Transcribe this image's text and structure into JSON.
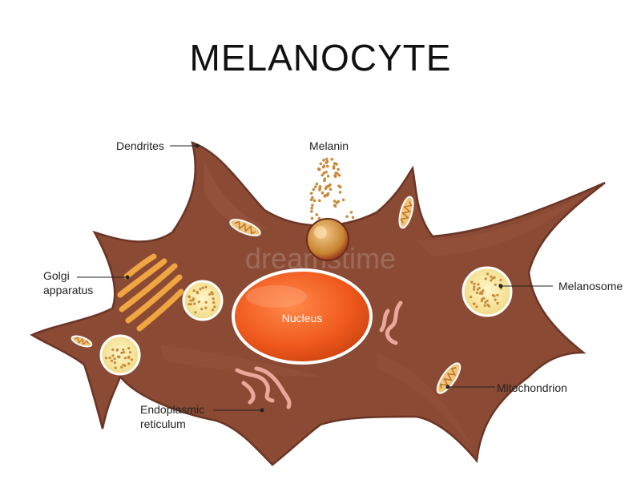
{
  "title": "MELANOCYTE",
  "labels": {
    "dendrites": "Dendrites",
    "melanin": "Melanin",
    "golgi_line1": "Golgi",
    "golgi_line2": "apparatus",
    "melanosome": "Melanosome",
    "nucleus": "Nucleus",
    "mitochondrion": "Mitochondrion",
    "er_line1": "Endoplasmic",
    "er_line2": "reticulum"
  },
  "watermark": "dreamstime",
  "colors": {
    "cytoplasm": "#8a4a34",
    "cytoplasm_light": "#a05a40",
    "nucleus": "#f05a1e",
    "golgi": "#f0a640",
    "melanosome": "#f5e6a8",
    "granule": "#c98a3a",
    "mitochondrion": "#f2c47a",
    "er": "#e8a89a"
  }
}
